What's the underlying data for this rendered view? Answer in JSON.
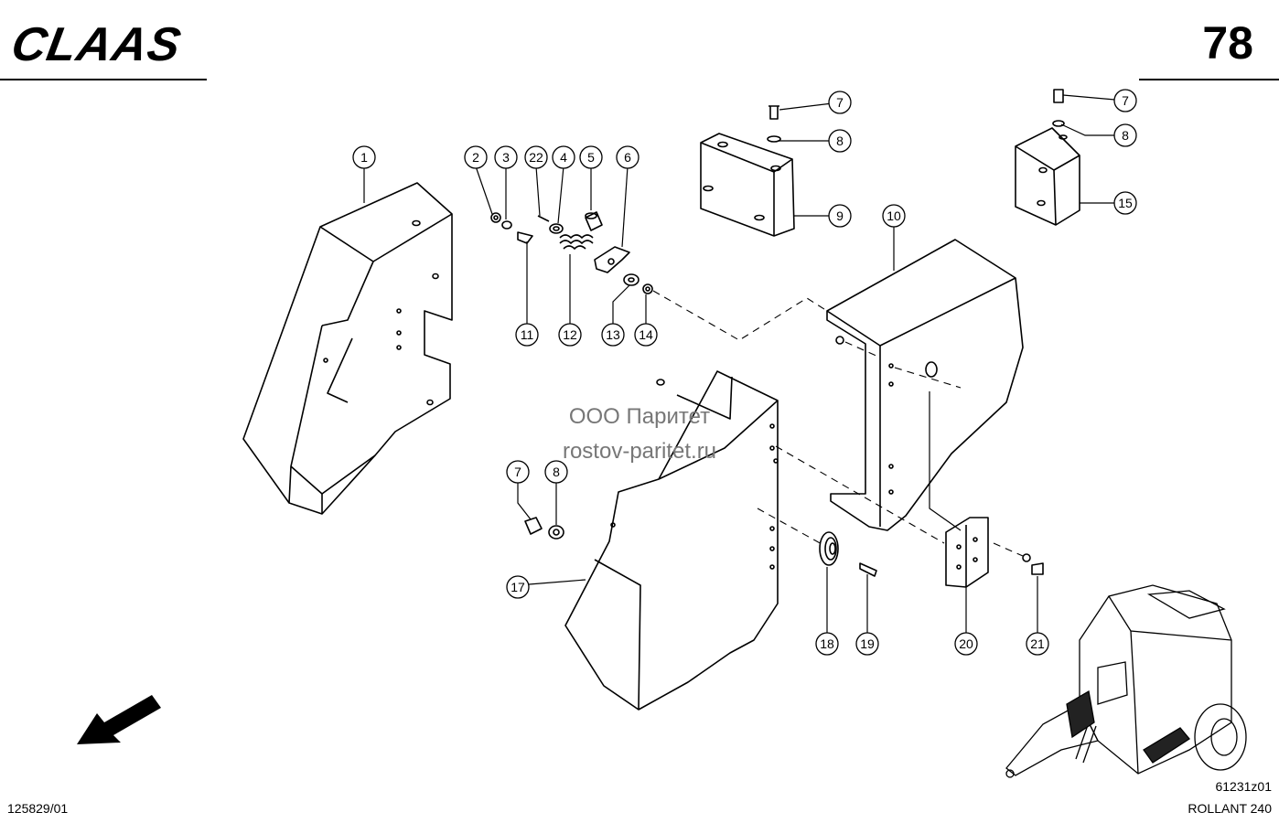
{
  "header": {
    "brand": "CLAAS",
    "page_number": "78"
  },
  "footer": {
    "doc_code": "125829/01",
    "drawing_code": "61231z01",
    "model": "ROLLANT 240"
  },
  "watermark": {
    "line1": "ООО Паритет",
    "line2": "rostov-paritet.ru"
  },
  "callouts": [
    "1",
    "2",
    "3",
    "22",
    "4",
    "5",
    "6",
    "7",
    "8",
    "9",
    "10",
    "15",
    "11",
    "12",
    "13",
    "14",
    "7",
    "8",
    "17",
    "18",
    "19",
    "20",
    "21"
  ],
  "icons": {
    "direction_arrow": "arrow-down-left-icon",
    "machine": "round-baler-illustration"
  }
}
